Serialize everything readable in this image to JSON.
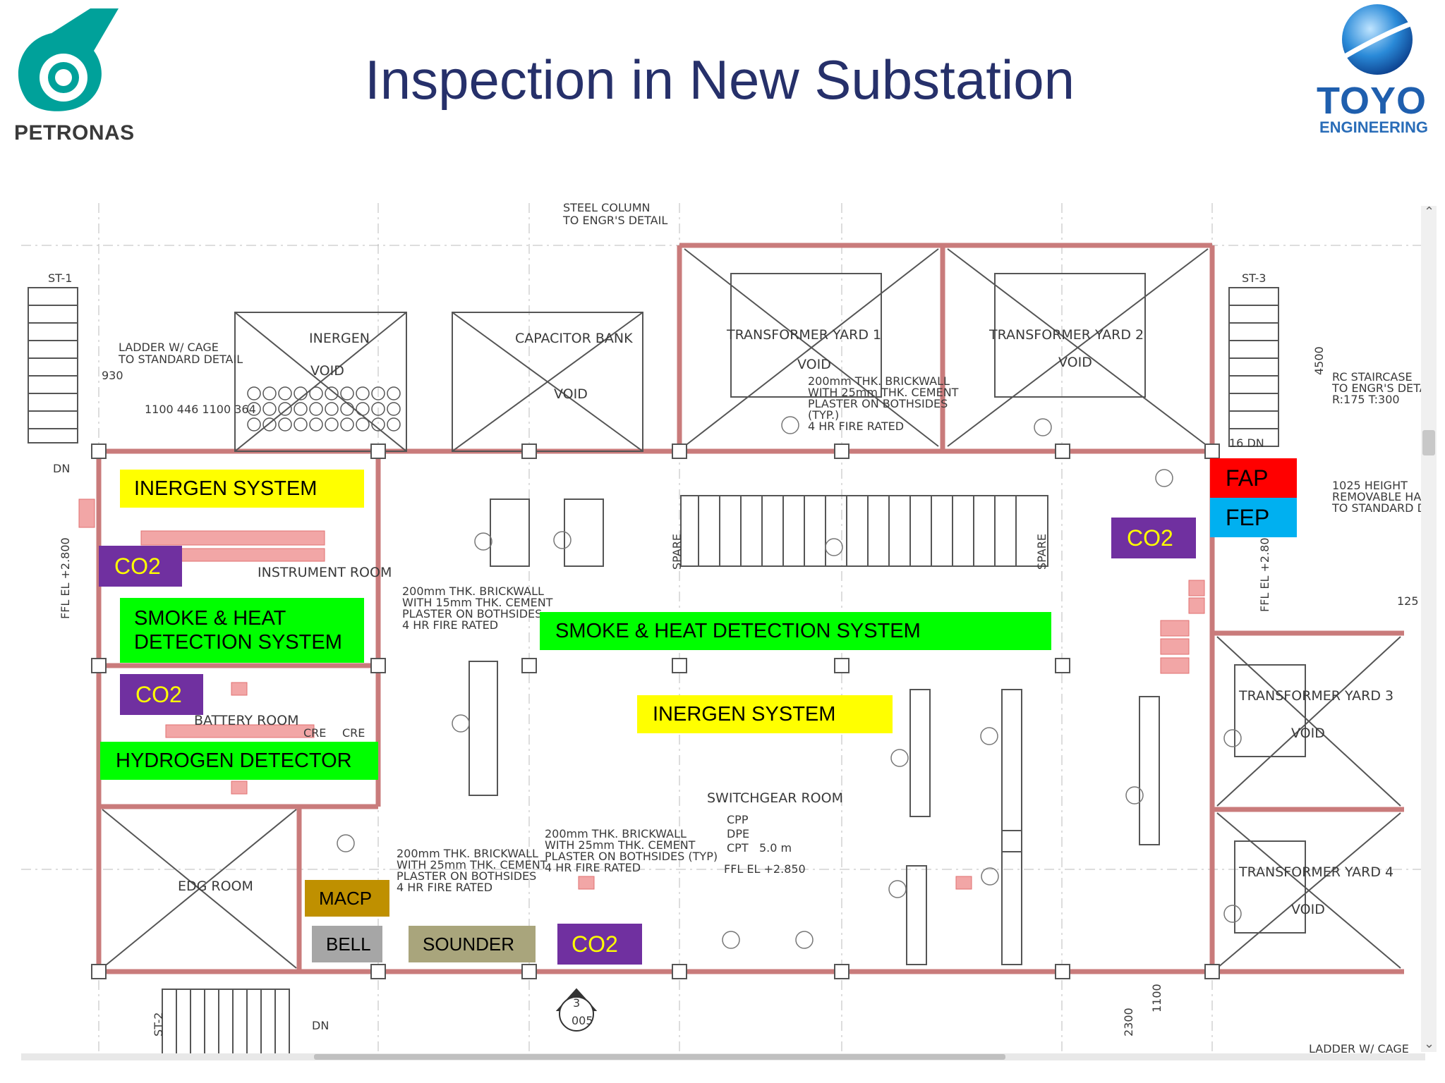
{
  "header": {
    "title": "Inspection in New Substation",
    "left_logo_text": "PETRONAS",
    "right_logo_text": "TOYO",
    "right_logo_subtext": "ENGINEERING"
  },
  "colors": {
    "petronas_teal": "#00a19a",
    "title_navy": "#26306a",
    "toyo_blue": "#1f5fae",
    "yellow": "#ffff00",
    "green": "#00ff00",
    "purple": "#7030a0",
    "red": "#ff0000",
    "blue": "#00b0f0",
    "olive": "#bf9000",
    "gray": "#a6a6a6",
    "khaki": "#a9a57c",
    "wall": "#c97b7b"
  },
  "overlay_labels": {
    "inergen_1": "INERGEN SYSTEM",
    "co2_1": "CO2",
    "smoke_heat_1": "SMOKE & HEAT\nDETECTION SYSTEM",
    "co2_2": "CO2",
    "hydrogen": "HYDROGEN DETECTOR",
    "smoke_heat_2": "SMOKE & HEAT DETECTION SYSTEM",
    "inergen_2": "INERGEN SYSTEM",
    "fap": "FAP",
    "fep": "FEP",
    "co2_3": "CO2",
    "macp": "MACP",
    "bell": "BELL",
    "sounder": "SOUNDER",
    "co2_4": "CO2"
  },
  "drawing": {
    "rooms": {
      "inergen": "INERGEN",
      "capacitor_bank": "CAPACITOR BANK",
      "transformer_yard_1": "TRANSFORMER YARD 1",
      "transformer_yard_2": "TRANSFORMER YARD 2",
      "transformer_yard_3": "TRANSFORMER YARD 3",
      "transformer_yard_4": "TRANSFORMER YARD 4",
      "instrument_room": "INSTRUMENT ROOM",
      "battery_room": "BATTERY ROOM",
      "switchgear_room": "SWITCHGEAR ROOM",
      "edg_room": "EDG ROOM",
      "void": "VOID"
    },
    "notes": {
      "steel_column": "STEEL COLUMN",
      "to_engrs_detail": "TO ENGR'S DETAIL",
      "ladder_1": "LADDER W/ CAGE",
      "ladder_2": "TO STANDARD DETAIL",
      "dims_930": "930",
      "dims_row": "1100 446 1100 364",
      "st1": "ST-1",
      "st2": "ST-2",
      "st3": "ST-3",
      "dn": "DN",
      "ffl_left": "FFL EL +2.800",
      "ffl_right": "FFL EL +2.80",
      "brick_15_1": "200mm THK. BRICKWALL",
      "brick_15_2": "WITH 15mm THK. CEMENT",
      "brick_15_3": "PLASTER ON BOTHSIDES",
      "brick_15_4": "4 HR FIRE RATED",
      "brick_25_1": "200mm THK. BRICKWALL",
      "brick_25_2": "WITH 25mm THK. CEMENT",
      "brick_25_3": "PLASTER ON BOTHSIDES",
      "brick_25_4": "(TYP.)",
      "brick_25_5": "4 HR FIRE RATED",
      "brick_sw_3": "PLASTER ON BOTHSIDES (TYP)",
      "rc_stair_1": "RC STAIRCASE",
      "rc_stair_2": "TO ENGR'S DETAIL",
      "rc_stair_3": "R:175 T:300",
      "hand_1": "1025 HEIGHT",
      "hand_2": "REMOVABLE HAND",
      "hand_3": "TO STANDARD DE",
      "ffl_sw": "FFL EL +2.850",
      "cpp": "CPP",
      "dpe": "DPE",
      "cpt": "CPT",
      "cpt_val": "5.0 m",
      "cre": "CRE",
      "dim_125": "125",
      "dim_4500": "4500",
      "dim_2300": "2300",
      "dim_1100": "1100",
      "spare": "SPARE",
      "section_num": "3",
      "section_ref": "005",
      "dn_16": "16 DN",
      "ladder_bottom": "LADDER W/ CAGE"
    }
  }
}
